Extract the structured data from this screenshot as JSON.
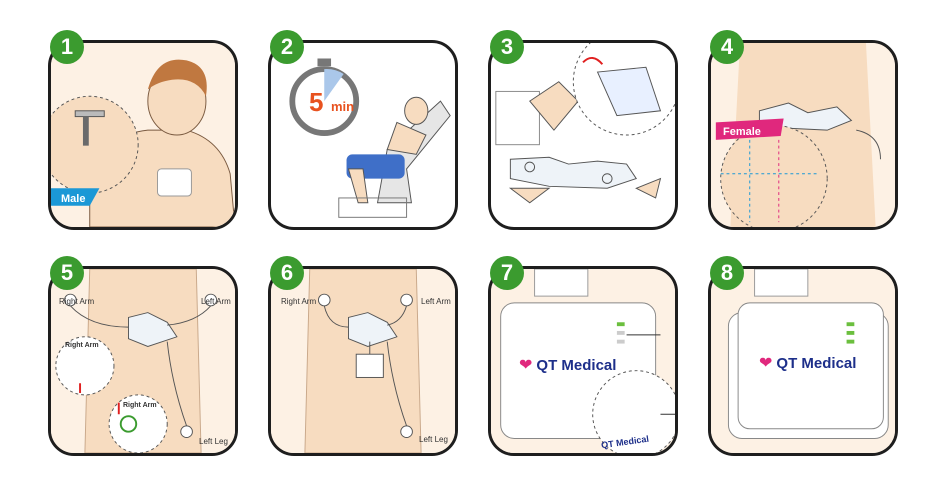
{
  "steps": [
    {
      "number": "1",
      "tag": "Male"
    },
    {
      "number": "2",
      "timer_value": "5",
      "timer_unit": "min"
    },
    {
      "number": "3"
    },
    {
      "number": "4",
      "tag": "Female"
    },
    {
      "number": "5",
      "labels": {
        "right_arm": "Right Arm",
        "left_arm": "Left Arm",
        "left_leg": "Left Leg",
        "inset_top": "Right Arm",
        "inset_bottom": "Right Arm"
      }
    },
    {
      "number": "6",
      "labels": {
        "right_arm": "Right Arm",
        "left_arm": "Left Arm",
        "left_leg": "Left Leg"
      }
    },
    {
      "number": "7",
      "brand": "QT Medical",
      "inset_brand": "QT Medical"
    },
    {
      "number": "8",
      "brand": "QT Medical"
    }
  ],
  "colors": {
    "badge": "#3b9b2f",
    "skin": "#f7dcc0",
    "male_tag": "#1b98d6",
    "female_tag": "#e0287d",
    "brand": "#1d2f8a",
    "timer": "#e8521f"
  }
}
